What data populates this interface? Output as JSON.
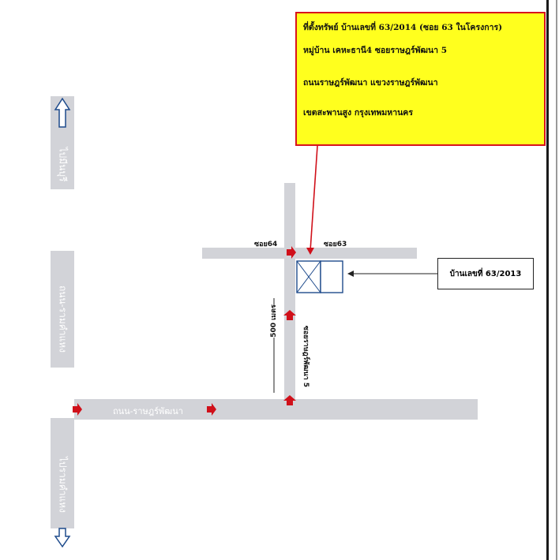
{
  "callout": {
    "line1": "ที่ตั้งทรัพย์ บ้านเลขที่ 63/2014 (ซอย 63 ในโครงการ)",
    "line2": "หมู่บ้าน เคหะธานี4 ซอยราษฎร์พัฒนา 5",
    "line3": "ถนนราษฎร์พัฒนา  แขวงราษฎร์พัฒนา",
    "line4": "เขตสะพานสูง กรุงเทพมหานคร"
  },
  "roads": {
    "left_top": "ไปมีนบุรี",
    "left_middle": "ถนน-รามคำแหง",
    "left_bottom": "ไปรามคำแหง",
    "main_horizontal": "ถนน-ราษฎร์พัฒนา",
    "soi_vertical": "ซอยราษฎร์พัฒนา 5",
    "soi_left": "ซอย64",
    "soi_right": "ซอย63"
  },
  "distance": "500 เมตร",
  "house_label": "บ้านเลขที่ 63/2013",
  "colors": {
    "road": "#d2d3d8",
    "callout_bg": "#ffff1e",
    "callout_border": "#d8141c",
    "arrow_red": "#d0101a",
    "house_blue": "#1e4b8c"
  },
  "icons": [
    "up-arrow-icon",
    "down-arrow-icon",
    "red-arrow-icon"
  ]
}
